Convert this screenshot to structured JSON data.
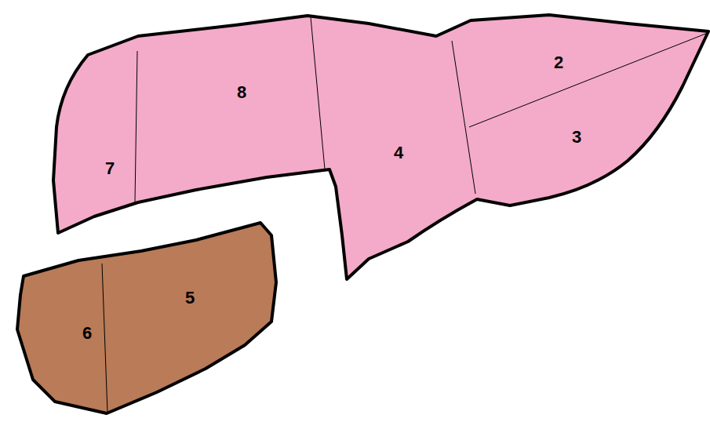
{
  "diagram": {
    "labels": [
      "2",
      "8",
      "3",
      "4",
      "7",
      "5",
      "6"
    ]
  }
}
